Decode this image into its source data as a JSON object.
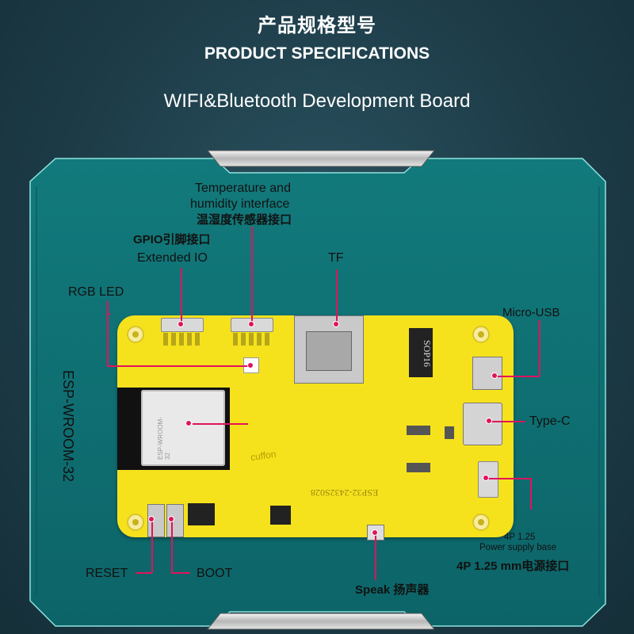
{
  "header": {
    "title_cn": "产品规格型号",
    "title_en": "PRODUCT SPECIFICATIONS",
    "subtitle": "WIFI&Bluetooth Development Board"
  },
  "labels": {
    "temp_line1": "Temperature and",
    "temp_line2": "humidity interface",
    "temp_line3": "温湿度传感器接口",
    "gpio_line1": "GPIO引脚接口",
    "gpio_line2": "Extended IO",
    "tf": "TF",
    "rgb_led": "RGB LED",
    "micro_usb": "Micro-USB",
    "type_c": "Type-C",
    "esp_module": "ESP-WROOM-32",
    "power_small_1": "4P 1.25",
    "power_small_2": "Power supply base",
    "power_main": "4P 1.25 mm电源接口",
    "reset": "RESET",
    "boot": "BOOT",
    "speak": "Speak 扬声器"
  },
  "board": {
    "chip_label": "SOP16",
    "module_text": "ESP-WROOM-32",
    "model_text": "ESP32-2432S028",
    "brand_text": "cuffon"
  },
  "colors": {
    "background": "#1d3c48",
    "frame": "#0f6f73",
    "pcb": "#f6e21c",
    "marker": "#e0135d"
  }
}
